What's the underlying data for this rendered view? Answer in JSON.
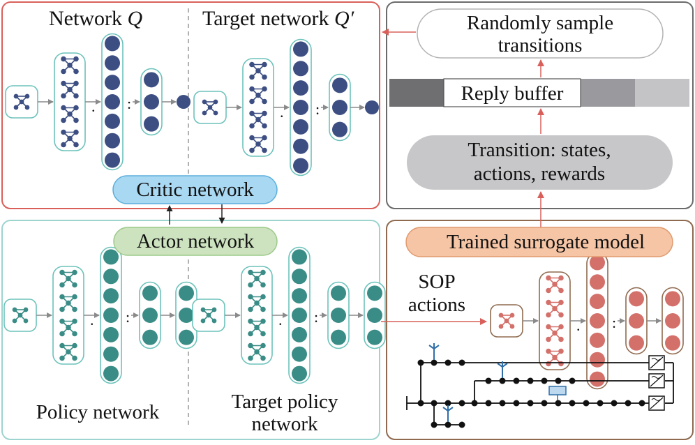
{
  "critic_panel": {
    "network_q": {
      "label": "Network ",
      "symbol": "Q"
    },
    "target_network_q": {
      "label": "Target network ",
      "symbol": "Q′"
    },
    "critic_label": "Critic network"
  },
  "actor_panel": {
    "actor_label": "Actor network",
    "policy_label": "Policy network",
    "target_policy_line1": "Target policy",
    "target_policy_line2": "network"
  },
  "buffer_panel": {
    "sample_line1": "Randomly sample",
    "sample_line2": "transitions",
    "buffer_label": "Reply buffer",
    "transition_line1": "Transition: states,",
    "transition_line2": "actions, rewards"
  },
  "surrogate_panel": {
    "surrogate_label": "Trained surrogate model",
    "sop_line1": "SOP",
    "sop_line2": "actions"
  },
  "colors": {
    "critic_border": "#d9605a",
    "actor_border": "#9ed4cf",
    "buffer_border": "#6b6b6b",
    "surrogate_border": "#8f6a4f",
    "critic_node": "#3d4f82",
    "actor_node": "#3a8c86",
    "surrogate_node": "#d4706a",
    "critic_pill": "#a9d8f2",
    "actor_pill": "#cde3bf",
    "surrogate_pill": "#f6c5a6",
    "transition_pill": "#c7c7c9"
  }
}
